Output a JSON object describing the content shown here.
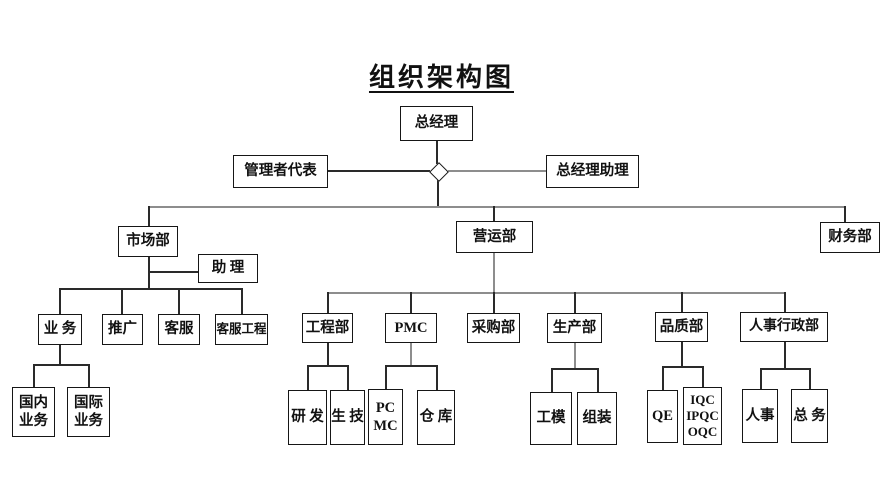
{
  "title": "组织架构图",
  "colors": {
    "background": "#ffffff",
    "box_border": "#161616",
    "text": "#111111",
    "connector_dark": "#2a2a2a",
    "connector_gray": "#8d8d8d"
  },
  "nodes": {
    "gm": {
      "label": "总经理"
    },
    "mgmt_rep": {
      "label": "管理者代表"
    },
    "gm_assistant": {
      "label": "总经理助理"
    },
    "marketing": {
      "label": "市场部"
    },
    "operations": {
      "label": "营运部"
    },
    "finance": {
      "label": "财务部"
    },
    "assistant": {
      "label": "助 理"
    },
    "sales": {
      "label": "业 务"
    },
    "promotion": {
      "label": "推广"
    },
    "customer_service": {
      "label": "客服"
    },
    "cs_engineering": {
      "label": "客服工程"
    },
    "domestic_sales": {
      "label": "国内\n业务"
    },
    "intl_sales": {
      "label": "国际\n业务"
    },
    "engineering": {
      "label": "工程部"
    },
    "pmc": {
      "label": "PMC"
    },
    "purchasing": {
      "label": "采购部"
    },
    "production": {
      "label": "生产部"
    },
    "quality": {
      "label": "品质部"
    },
    "hr_admin": {
      "label": "人事行政部"
    },
    "rd": {
      "label": "研 发"
    },
    "production_tech": {
      "label": "生 技"
    },
    "pc_mc": {
      "label": "PC\nMC"
    },
    "warehouse": {
      "label": "仓 库"
    },
    "tooling": {
      "label": "工模"
    },
    "assembly": {
      "label": "组装"
    },
    "qe": {
      "label": "QE"
    },
    "iqc_ipqc_oqc": {
      "label": "IQC\nIPQC\nOQC"
    },
    "personnel": {
      "label": "人事"
    },
    "general_affairs": {
      "label": "总 务"
    }
  }
}
